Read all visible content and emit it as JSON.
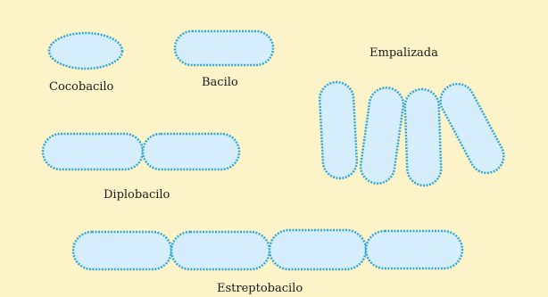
{
  "labels": {
    "cocobacilo": "Cocobacilo",
    "bacilo": "Bacilo",
    "empalizada": "Empalizada",
    "diplobacilo": "Diplobacilo",
    "estreptobacilo": "Estreptobacilo"
  },
  "colors": {
    "background": "#fdf3c9",
    "cell_fill": "#d6eefb",
    "cell_outline": "#2fa8d6",
    "label": "#1a1a1a"
  }
}
